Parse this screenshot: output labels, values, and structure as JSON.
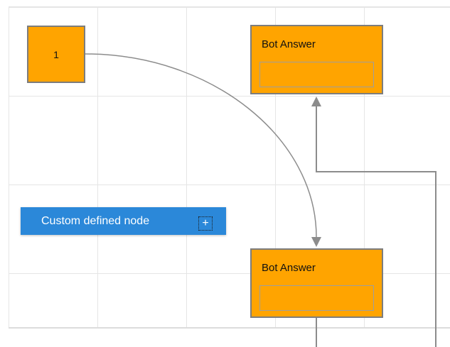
{
  "diagram": {
    "nodes": {
      "start_node": {
        "label": "1"
      },
      "bot_answer_top": {
        "title": "Bot Answer"
      },
      "bot_answer_bottom": {
        "title": "Bot Answer"
      },
      "custom_node": {
        "label": "Custom defined node",
        "add_icon_glyph": "+"
      }
    },
    "connectors": {
      "curve": "start-node to bottom bot-answer",
      "orthogonal": "offscreen-bottom to top bot-answer",
      "stub": "bottom bot-answer downward offscreen"
    }
  },
  "theme": {
    "canvas_bg": "#ffffff",
    "grid_line": "#e5e5e5",
    "grid_edge": "#dcdcdc",
    "node_fill": "#ffa400",
    "node_border": "#7d7d7d",
    "inner_box_border": "#9e9e9e",
    "custom_node_fill": "#2b88d9",
    "connector": "#8c8c8c",
    "text_dark": "#111111",
    "text_light": "#ffffff"
  }
}
